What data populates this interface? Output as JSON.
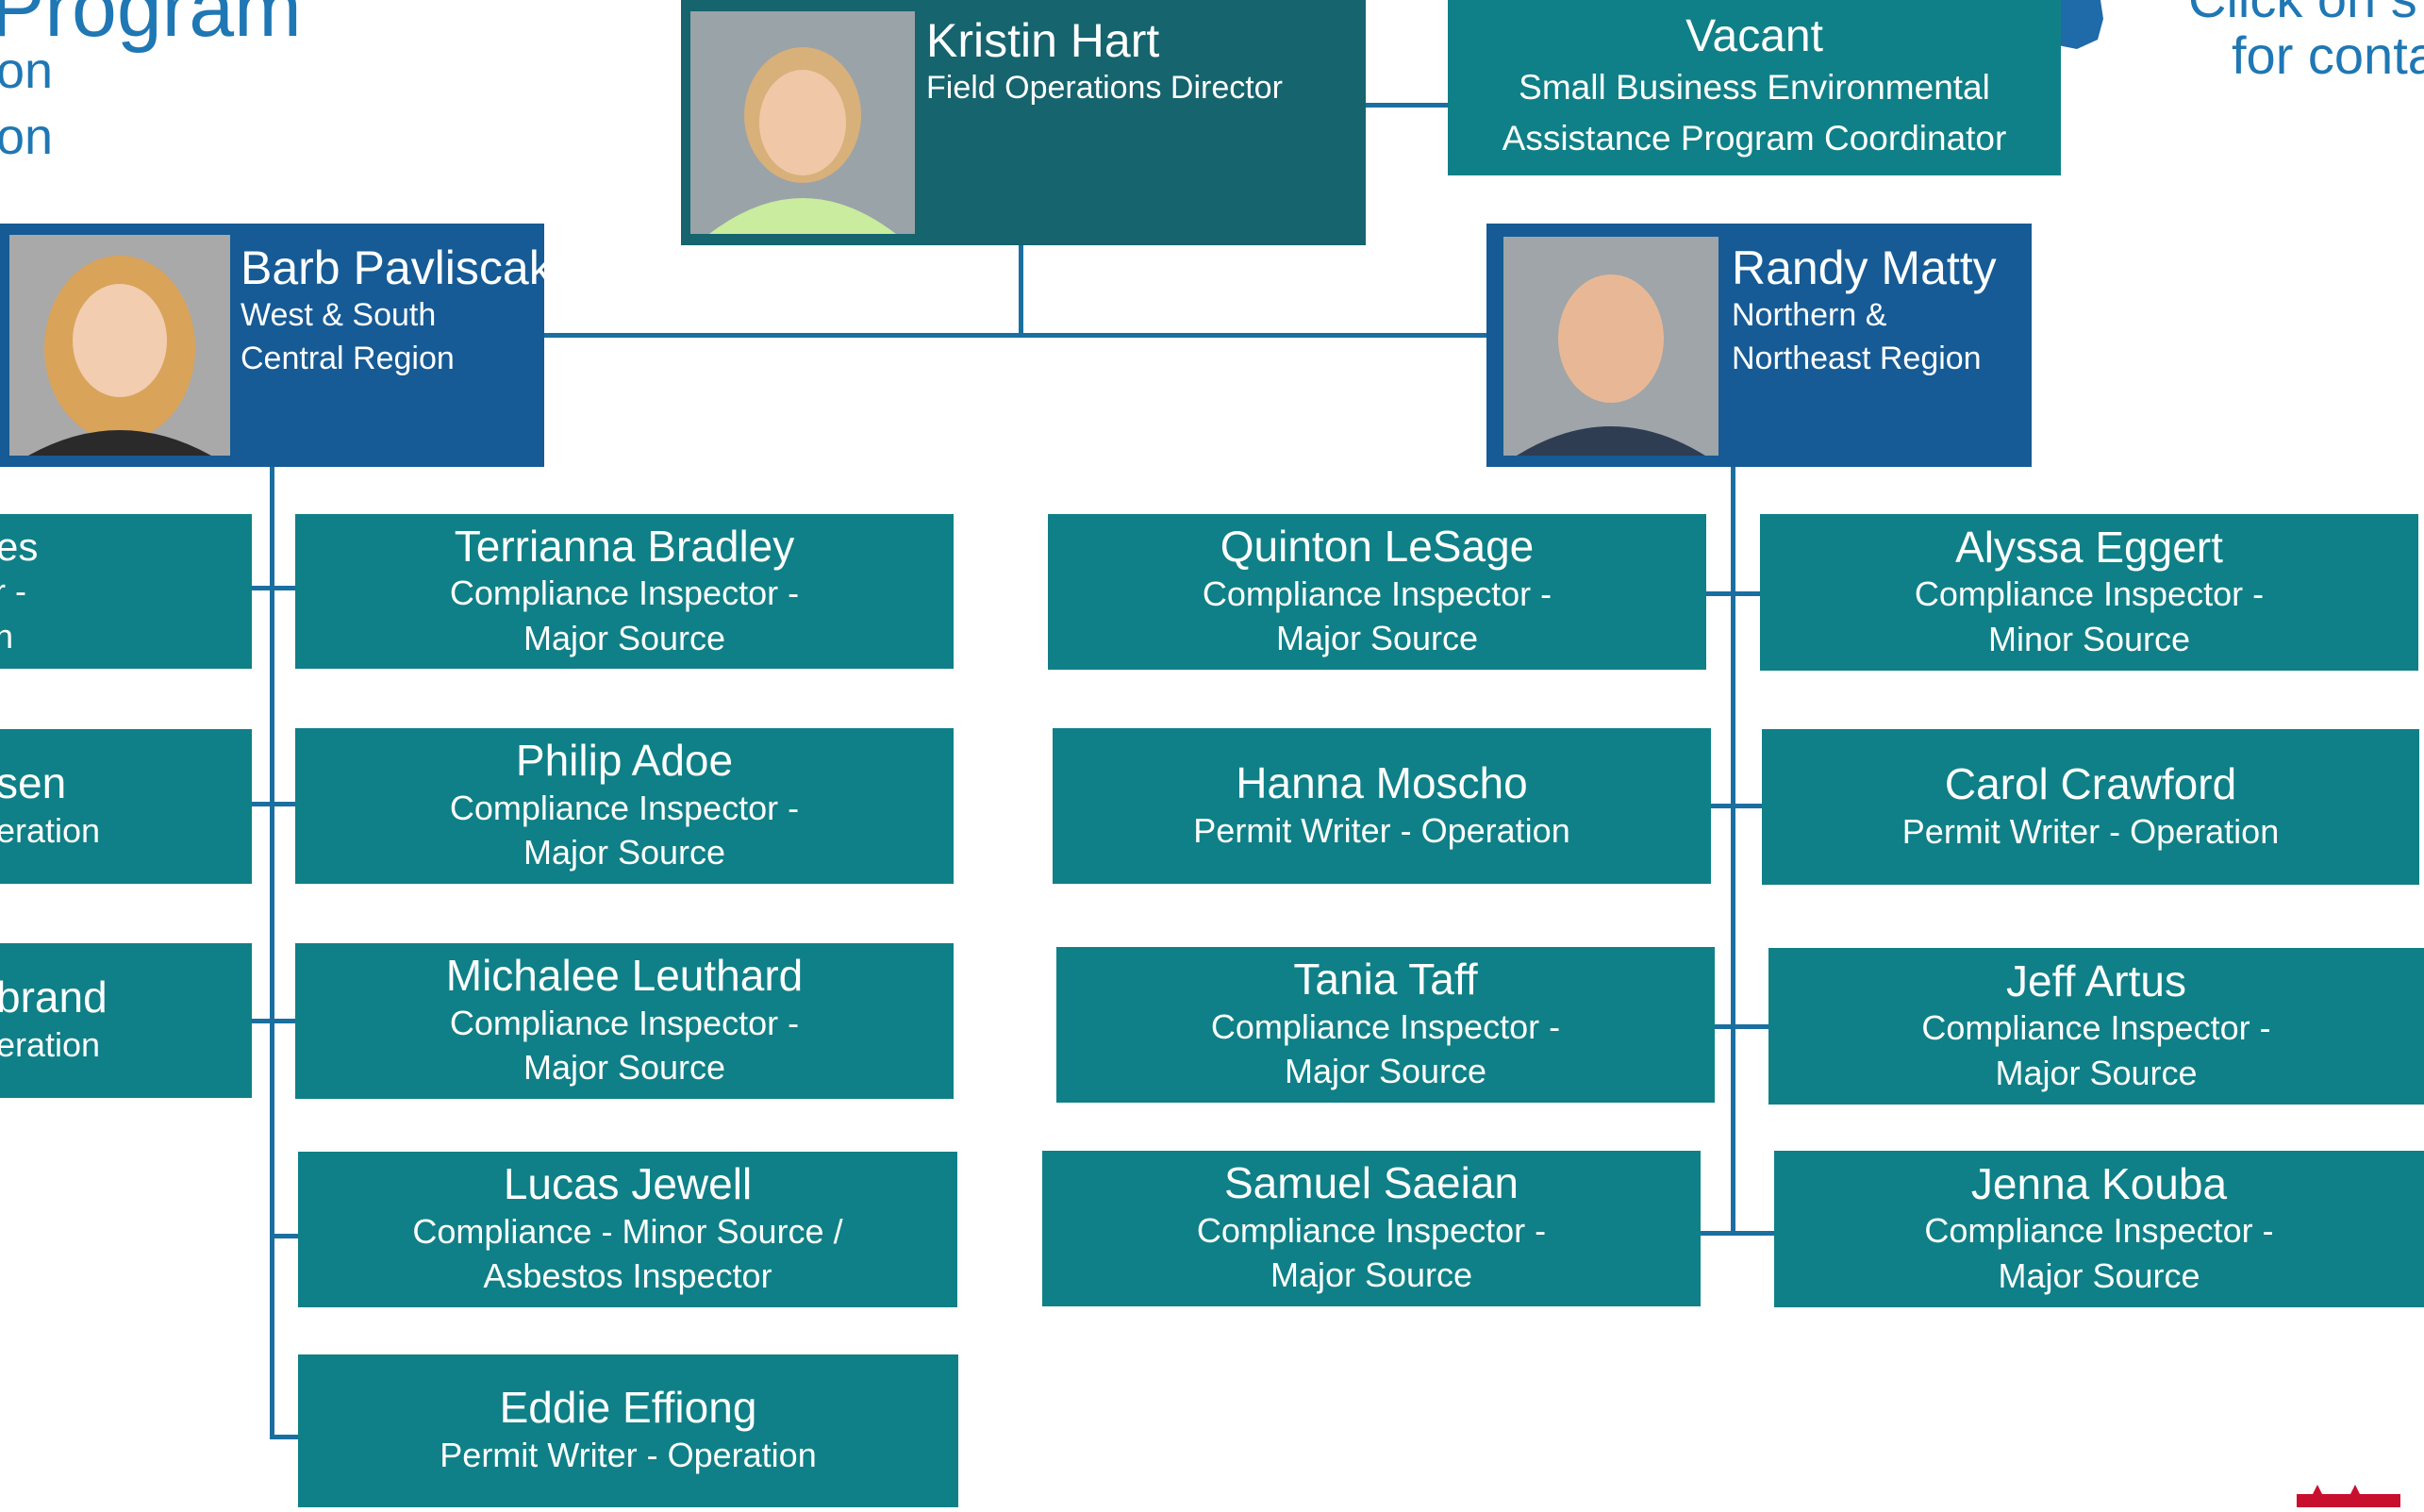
{
  "header_left": {
    "title_fragment": "Program",
    "line1_fragment": "on",
    "line2_fragment": "on"
  },
  "header_right": {
    "line1_fragment": "Click on s",
    "line2_fragment": "for conta"
  },
  "director": {
    "name": "Kristin Hart",
    "role": "Field Operations Director"
  },
  "vacant": {
    "name": "Vacant",
    "role_line1": "Small Business Environmental",
    "role_line2": "Assistance Program Coordinator"
  },
  "leaders": [
    {
      "name": "Barb Pavliscak",
      "role_line1": "West & South",
      "role_line2": "Central Region"
    },
    {
      "name": "Randy Matty",
      "role_line1": "Northern &",
      "role_line2": "Northeast Region"
    }
  ],
  "cut_boxes": [
    {
      "name_fragment": "es",
      "line1_fragment": "r -",
      "line2_fragment": "n"
    },
    {
      "name_fragment": "sen",
      "line1_fragment": "eration"
    },
    {
      "name_fragment": "brand",
      "line1_fragment": "eration"
    }
  ],
  "staff_col2": [
    {
      "name": "Terrianna Bradley",
      "role_line1": "Compliance Inspector -",
      "role_line2": "Major Source"
    },
    {
      "name": "Philip Adoe",
      "role_line1": "Compliance Inspector -",
      "role_line2": "Major Source"
    },
    {
      "name": "Michalee Leuthard",
      "role_line1": "Compliance Inspector -",
      "role_line2": "Major Source"
    },
    {
      "name": "Lucas Jewell",
      "role_line1": "Compliance - Minor Source /",
      "role_line2": "Asbestos Inspector"
    },
    {
      "name": "Eddie Effiong",
      "role_line1": "Permit Writer - Operation"
    }
  ],
  "staff_col3": [
    {
      "name": "Quinton LeSage",
      "role_line1": "Compliance Inspector -",
      "role_line2": "Major Source"
    },
    {
      "name": "Hanna Moscho",
      "role_line1": "Permit Writer - Operation"
    },
    {
      "name": "Tania Taff",
      "role_line1": "Compliance Inspector -",
      "role_line2": "Major Source"
    },
    {
      "name": "Samuel Saeian",
      "role_line1": "Compliance Inspector -",
      "role_line2": "Major Source"
    }
  ],
  "staff_col4": [
    {
      "name": "Alyssa Eggert",
      "role_line1": "Compliance Inspector -",
      "role_line2": "Minor Source"
    },
    {
      "name": "Carol Crawford",
      "role_line1": "Permit Writer -  Operation"
    },
    {
      "name": "Jeff Artus",
      "role_line1": "Compliance Inspector -",
      "role_line2": "Major Source"
    },
    {
      "name": "Jenna Kouba",
      "role_line1": "Compliance Inspector -",
      "role_line2": "Major Source"
    }
  ],
  "icons": {
    "state_map": "wisconsin-map-icon",
    "logo": "dnr-logo-icon"
  },
  "colors": {
    "teal_box": "#0f8087",
    "director_box": "#15646e",
    "leader_box": "#165b95",
    "connector": "#1a6fa0",
    "header_text": "#1f77b4"
  }
}
